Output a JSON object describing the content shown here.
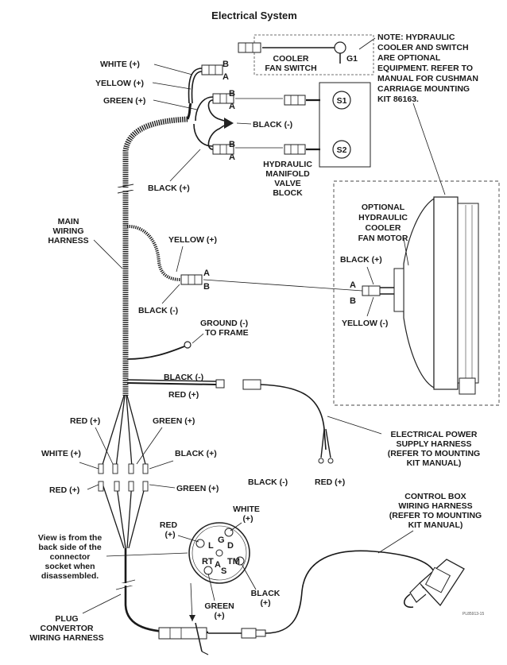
{
  "title": "Electrical System",
  "note": [
    "NOTE: HYDRAULIC",
    "COOLER AND SWITCH",
    "ARE OPTIONAL",
    "EQUIPMENT. REFER TO",
    "MANUAL FOR CUSHMAN",
    "CARRIAGE MOUNTING",
    "KIT 86163."
  ],
  "labels": {
    "white_top": "WHITE (+)",
    "yellow_top": "YELLOW (+)",
    "green_top": "GREEN (+)",
    "cooler_switch": [
      "COOLER",
      "FAN SWITCH"
    ],
    "g1": "G1",
    "s1": "S1",
    "s2": "S2",
    "black_mid": "BLACK (-)",
    "black_plus_left": "BLACK (+)",
    "manifold": [
      "HYDRAULIC",
      "MANIFOLD",
      "VALVE",
      "BLOCK"
    ],
    "main_harness": [
      "MAIN",
      "WIRING",
      "HARNESS"
    ],
    "fan_motor": [
      "OPTIONAL",
      "HYDRAULIC",
      "COOLER",
      "FAN MOTOR"
    ],
    "yellow_plus_mid": "YELLOW (+)",
    "black_minus_mid": "BLACK (-)",
    "black_plus_motor": "BLACK (+)",
    "yellow_minus_motor": "YELLOW (-)",
    "ground": [
      "GROUND (-)",
      "TO FRAME"
    ],
    "black_minus_pwr": "BLACK (-)",
    "red_plus_pwr": "RED  (+)",
    "power_harness": [
      "ELECTRICAL POWER",
      "SUPPLY HARNESS",
      "(REFER TO MOUNTING",
      "KIT MANUAL)"
    ],
    "red_1": "RED  (+)",
    "green_1": "GREEN (+)",
    "white_1": "WHITE (+)",
    "black_1": "BLACK (+)",
    "red_2": "RED  (+)",
    "green_2": "GREEN (+)",
    "black_minus_low": "BLACK (-)",
    "red_plus_low": "RED  (+)",
    "control_box": [
      "CONTROL BOX",
      "WIRING HARNESS",
      "(REFER TO MOUNTING",
      "KIT MANUAL)"
    ],
    "view_note": [
      "View is from the",
      "back side of the",
      "connector",
      "socket when",
      "disassembled."
    ],
    "red_conn": [
      "RED",
      "(+)"
    ],
    "white_conn": [
      "WHITE",
      "(+)"
    ],
    "black_conn": [
      "BLACK",
      "(+)"
    ],
    "green_conn": [
      "GREEN",
      "(+)"
    ],
    "plug_convertor": [
      "PLUG",
      "CONVERTOR",
      "WIRING HARNESS"
    ],
    "part_no": "PL85913-15"
  },
  "pins": {
    "b": "B",
    "a": "A",
    "socket": [
      "L",
      "G",
      "D",
      "TM",
      "S",
      "A",
      "RT"
    ]
  }
}
